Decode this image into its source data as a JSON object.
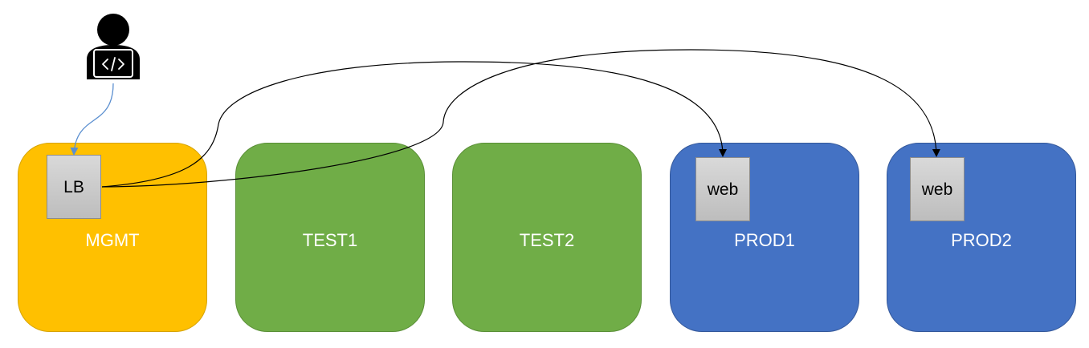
{
  "colors": {
    "mgmt": "#ffc000",
    "test": "#70ad47",
    "prod": "#4472c4",
    "user_link": "#5b8fd0",
    "route": "#000000"
  },
  "icons": {
    "user": "developer-laptop-icon"
  },
  "zones": {
    "mgmt": {
      "label": "MGMT",
      "node": "LB"
    },
    "test1": {
      "label": "TEST1"
    },
    "test2": {
      "label": "TEST2"
    },
    "prod1": {
      "label": "PROD1",
      "node": "web"
    },
    "prod2": {
      "label": "PROD2",
      "node": "web"
    }
  }
}
